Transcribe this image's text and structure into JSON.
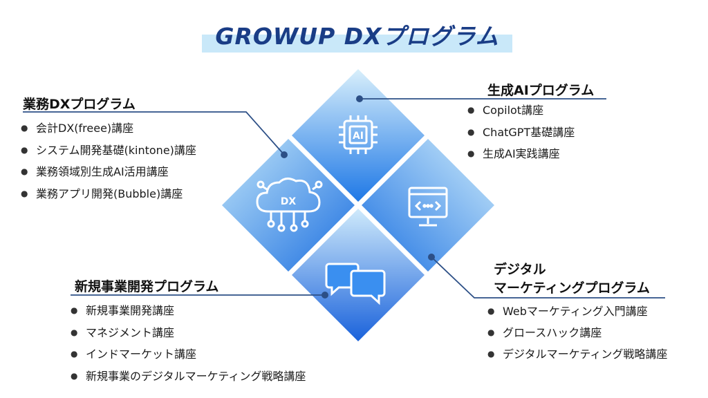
{
  "title": "GROWUP DXプログラム",
  "programs": {
    "gyomu": {
      "heading": "業務DXプログラム",
      "items": [
        "会計DX(freee)講座",
        "システム開発基礎(kintone)講座",
        "業務領域別生成AI活用講座",
        "業務アプリ開発(Bubble)講座"
      ]
    },
    "seisei": {
      "heading": "生成AIプログラム",
      "items": [
        "Copilot講座",
        "ChatGPT基礎講座",
        "生成AI実践講座"
      ]
    },
    "shinki": {
      "heading": "新規事業開発プログラム",
      "items": [
        "新規事業開発講座",
        "マネジメント講座",
        "インドマーケット講座",
        "新規事業のデジタルマーケティング戦略講座"
      ]
    },
    "digital": {
      "heading_line1": "デジタル",
      "heading_line2": "マーケティングプログラム",
      "items": [
        "Webマーケティング入門講座",
        "グロースハック講座",
        "デジタルマーケティング戦略講座"
      ]
    }
  },
  "icons": {
    "top": "ai-chip-icon",
    "left_label": "DX",
    "left": "dx-cloud-network-icon",
    "right": "code-monitor-icon",
    "bottom": "chat-bubbles-icon"
  },
  "colors": {
    "title": "#1a3d86",
    "title_band": "#c9e8f9",
    "tile_light": "#d6eefb",
    "tile_dark": "#1f6fe0",
    "connector": "#2c4f86"
  }
}
